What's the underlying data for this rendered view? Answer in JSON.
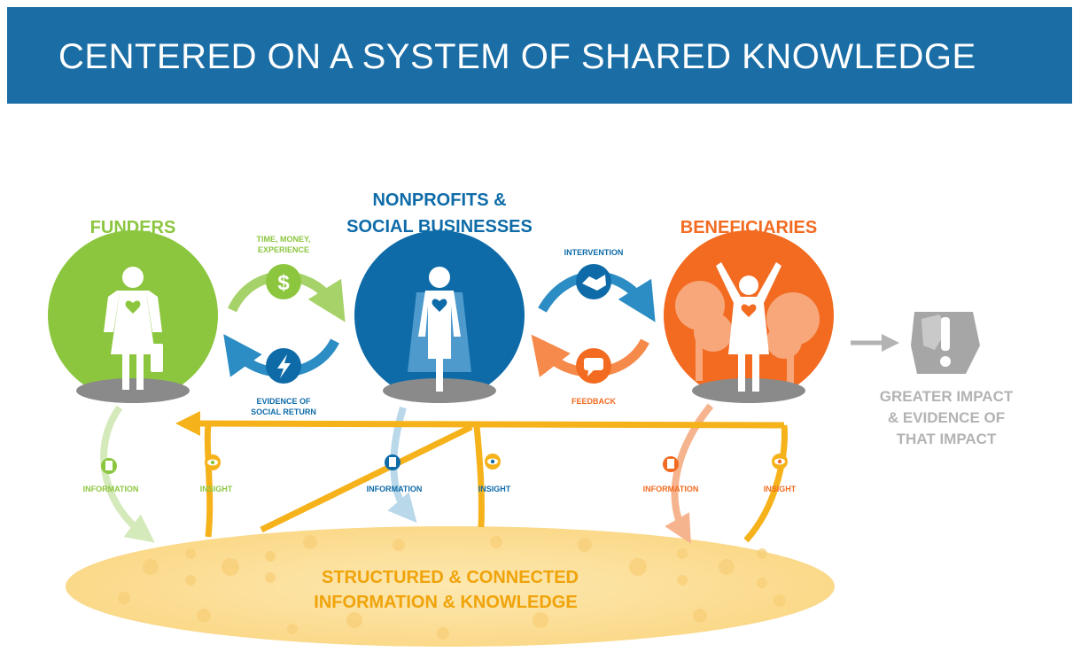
{
  "title": "CENTERED ON A SYSTEM OF SHARED KNOWLEDGE",
  "colors": {
    "header_bg": "#1b6ea5",
    "funders": "#8cc63f",
    "nonprofits": "#0e6ba8",
    "beneficiaries": "#f26b21",
    "knowledge": "#f5b21b",
    "impact_gray": "#b3b3b3"
  },
  "actors": {
    "funders": "FUNDERS",
    "nonprofits_line1": "NONPROFITS &",
    "nonprofits_line2": "SOCIAL BUSINESSES",
    "beneficiaries": "BENEFICIARIES"
  },
  "flows": {
    "resources_line1": "TIME, MONEY,",
    "resources_line2": "EXPERIENCE",
    "evidence_line1": "EVIDENCE OF",
    "evidence_line2": "SOCIAL RETURN",
    "intervention": "INTERVENTION",
    "feedback": "FEEDBACK"
  },
  "knowledge_links": {
    "funders_information": "INFORMATION",
    "funders_insight": "INSIGHT",
    "nonprofits_information": "INFORMATION",
    "nonprofits_insight": "INSIGHT",
    "beneficiaries_information": "INFORMATION",
    "beneficiaries_insight": "INSIGHT"
  },
  "outcome": {
    "line1": "GREATER IMPACT",
    "line2": "& EVIDENCE OF",
    "line3": "THAT IMPACT"
  },
  "knowledge_base": {
    "line1": "STRUCTURED & CONNECTED",
    "line2": "INFORMATION & KNOWLEDGE"
  },
  "icons": {
    "money": "dollar-icon",
    "evidence": "lightning-icon",
    "intervention": "handshake-icon",
    "feedback": "speech-bubble-icon",
    "information": "document-icon",
    "insight": "eye-icon",
    "impact": "exclamation-globe-icon"
  }
}
